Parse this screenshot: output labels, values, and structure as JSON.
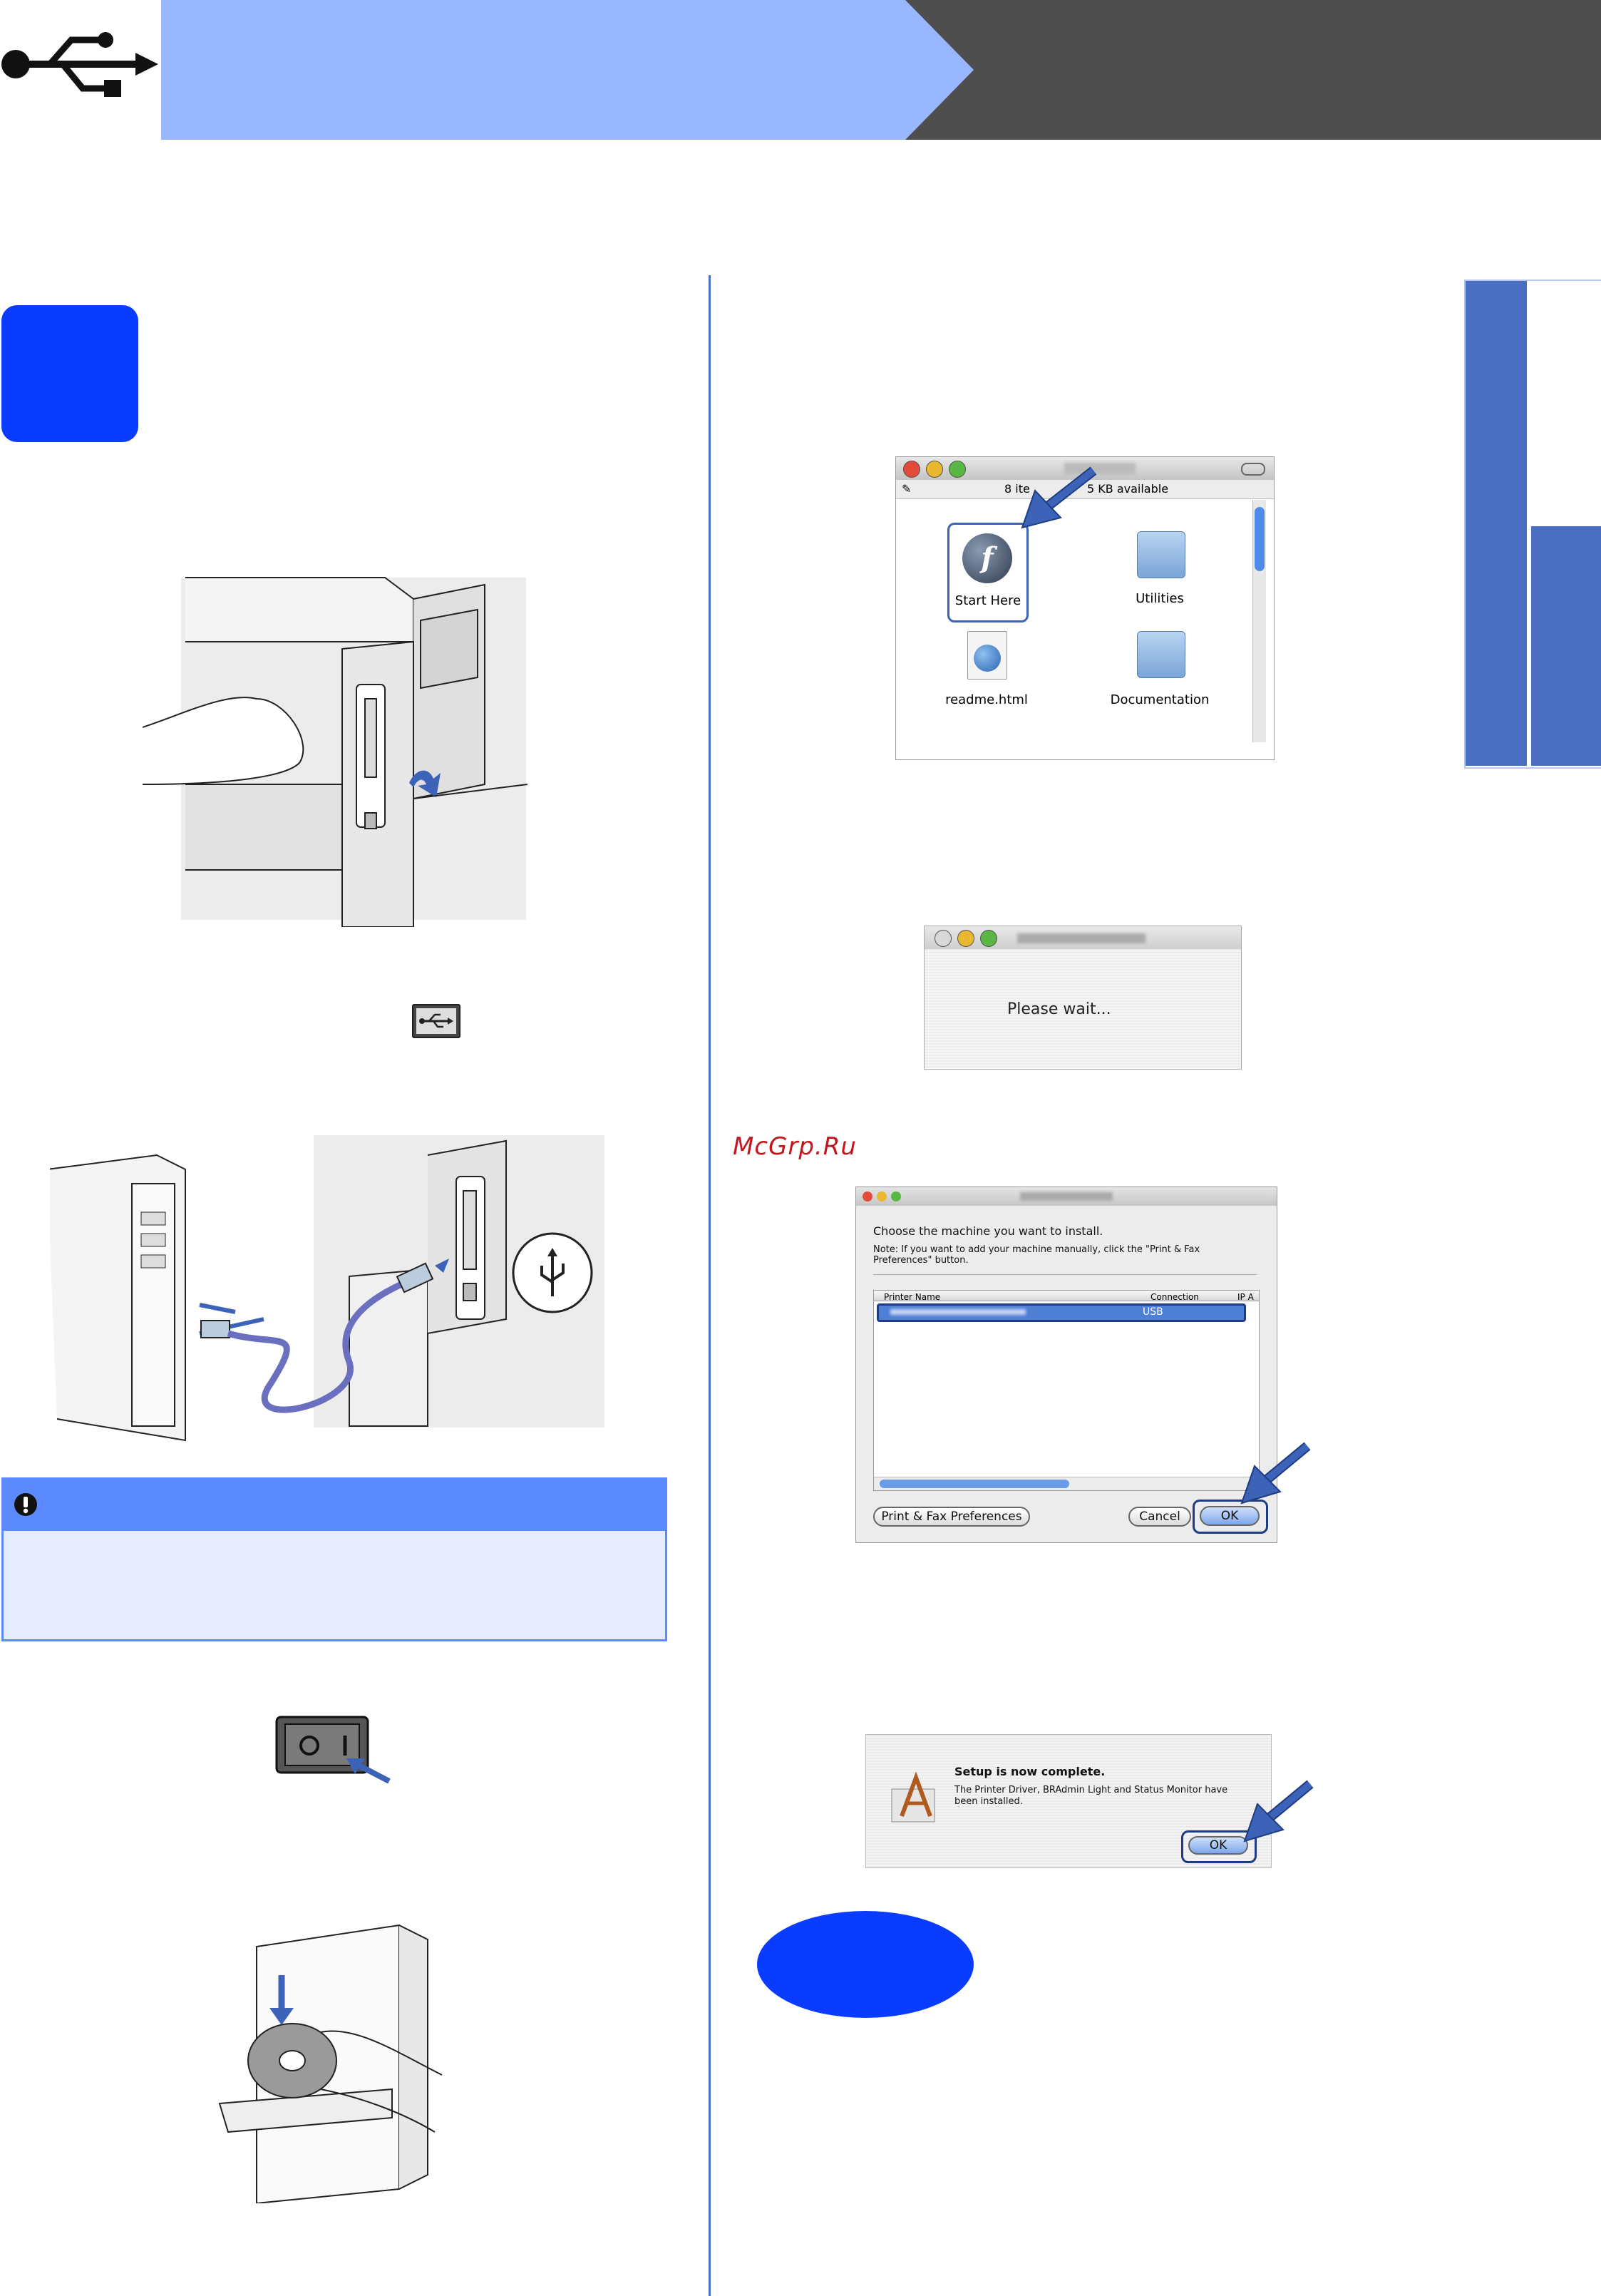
{
  "colors": {
    "accent": "#4a6fc1",
    "band_light": "#99b7ff",
    "band_dark": "#4e4e4e",
    "note_bar": "#5b8aff",
    "note_bg": "#e6ecff",
    "step_blue": "#0a3cff",
    "watermark": "#c4161c"
  },
  "icons": {
    "header": "usb-icon",
    "note": "exclamation-icon",
    "port": "usb-port-icon"
  },
  "watermark": "McGrp.Ru",
  "finder": {
    "status": "8 items, 5 KB available",
    "status_left": "8 ite",
    "status_right": "5 KB available",
    "items": [
      "Start Here",
      "Utilities",
      "readme.html",
      "Documentation"
    ]
  },
  "wait_dialog": {
    "message": "Please wait..."
  },
  "chooser": {
    "heading": "Choose the machine you want to install.",
    "note": "Note: If you want to add your machine manually, click the \"Print & Fax Preferences\" button.",
    "columns": [
      "Printer Name",
      "Connection",
      "IP A"
    ],
    "row_connection": "USB",
    "buttons": {
      "prefs": "Print & Fax Preferences",
      "cancel": "Cancel",
      "ok": "OK"
    }
  },
  "complete_dialog": {
    "title": "Setup is now complete.",
    "body": "The Printer Driver, BRAdmin Light and Status Monitor have been installed.",
    "ok": "OK"
  }
}
